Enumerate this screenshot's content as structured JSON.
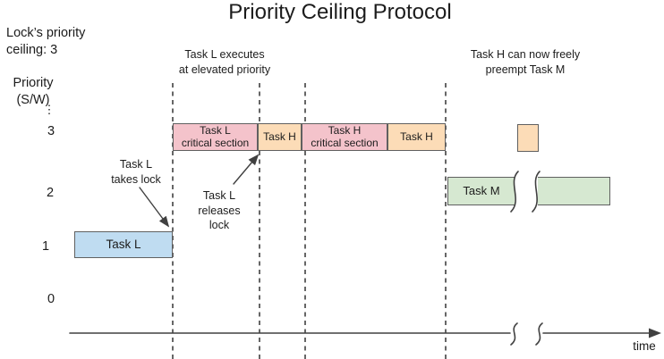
{
  "title": "Priority Ceiling Protocol",
  "labels": {
    "lock_ceiling": "Lock’s priority\nceiling: 3",
    "y_axis": "Priority\n(S/W)",
    "ellipsis": "⋮",
    "time": "time"
  },
  "ticks": [
    "3",
    "2",
    "1",
    "0"
  ],
  "annotations": {
    "elevated_priority": "Task L executes\nat elevated priority",
    "preempt": "Task H can now freely\npreempt Task M",
    "takes_lock": "Task L\ntakes lock",
    "releases_lock": "Task L\nreleases\nlock"
  },
  "blocks": {
    "task_l_critical": "Task L\ncritical section",
    "task_h_1": "Task H",
    "task_h_critical": "Task H\ncritical section",
    "task_h_2": "Task H",
    "task_m": "Task M",
    "task_l": "Task L"
  },
  "colors": {
    "pink": "#f4c3cb",
    "peach": "#fcdcb7",
    "blue": "#bfdcf1",
    "green": "#d6e8d1",
    "line": "#404040",
    "border": "#606060",
    "text": "#1c1c1c"
  }
}
